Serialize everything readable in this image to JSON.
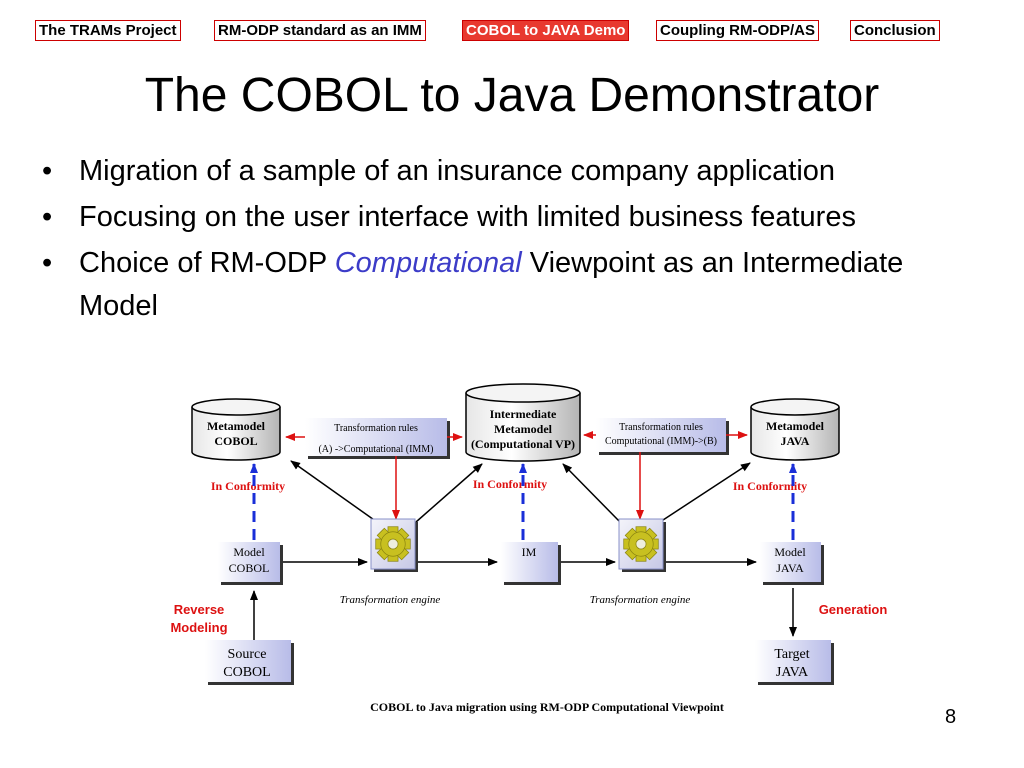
{
  "nav": {
    "tabs": [
      {
        "label": "The TRAMs Project"
      },
      {
        "label": "RM-ODP standard as an IMM"
      },
      {
        "label": "COBOL to JAVA Demo"
      },
      {
        "label": "Coupling RM-ODP/AS"
      },
      {
        "label": "Conclusion"
      }
    ],
    "active_index": 2
  },
  "title": "The COBOL to Java Demonstrator",
  "bullets": {
    "b1": "Migration of a sample of an insurance company application",
    "b2": "Focusing on the user interface with limited business features",
    "b3_pre": "Choice of RM-ODP ",
    "b3_em": "Computational",
    "b3_post": " Viewpoint as an Intermediate Model"
  },
  "diagram": {
    "metamodel_cobol": [
      "Metamodel",
      "COBOL"
    ],
    "intermediate_metamodel": [
      "Intermediate",
      "Metamodel",
      "(Computational VP)"
    ],
    "metamodel_java": [
      "Metamodel",
      "JAVA"
    ],
    "rules_left": [
      "Transformation rules",
      "(A)  ->Computational (IMM)"
    ],
    "rules_right": [
      "Transformation rules",
      "Computational (IMM)->(B)"
    ],
    "conformity": "In Conformity",
    "model_cobol": [
      "Model",
      "COBOL"
    ],
    "im": "IM",
    "model_java": [
      "Model",
      "JAVA"
    ],
    "engine": "Transformation engine",
    "reverse": [
      "Reverse",
      "Modeling"
    ],
    "generation": "Generation",
    "source_cobol": [
      "Source",
      "COBOL"
    ],
    "target_java": [
      "Target",
      "JAVA"
    ],
    "caption": "COBOL to Java migration using RM-ODP Computational Viewpoint"
  },
  "page_number": "8",
  "colors": {
    "nav_border": "#cc0000",
    "nav_active": "#e8392f",
    "accent_em": "#3c3cc8",
    "conformity_red": "#dd1111",
    "dash_blue": "#1a2fd8",
    "gear_yellow": "#c8c020"
  }
}
